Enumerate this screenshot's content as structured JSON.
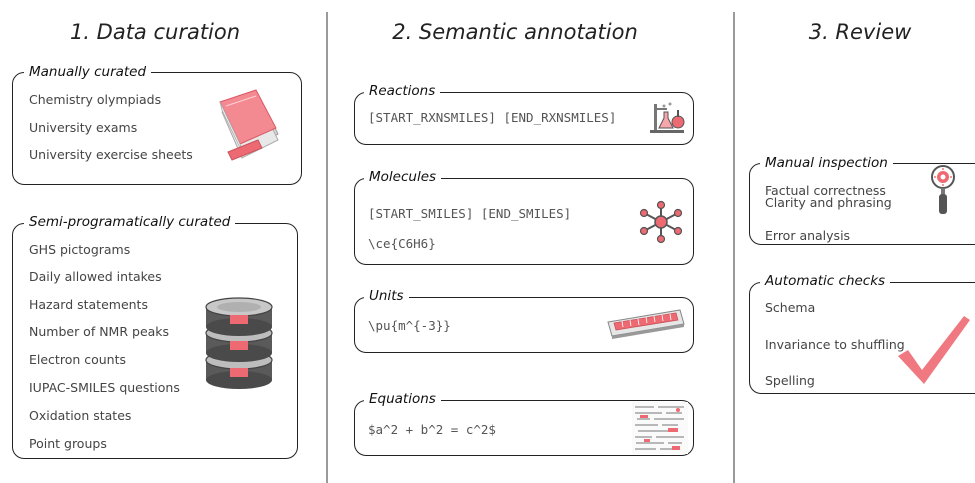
{
  "columns": [
    {
      "title": "1. Data curation"
    },
    {
      "title": "2. Semantic annotation"
    },
    {
      "title": "3. Review"
    }
  ],
  "data_curation": {
    "manual": {
      "label": "Manually curated",
      "items": [
        "Chemistry olympiads",
        "University exams",
        "University exercise sheets"
      ],
      "icon": "textbook-icon"
    },
    "semi": {
      "label": "Semi-programatically curated",
      "items": [
        "GHS pictograms",
        "Daily allowed intakes",
        "Hazard statements",
        "Number of NMR peaks",
        "Electron counts",
        "IUPAC-SMILES questions",
        "Oxidation states",
        "Point groups"
      ],
      "icon": "database-icon"
    }
  },
  "semantic_annotation": {
    "reactions": {
      "label": "Reactions",
      "lines": [
        "[START_RXNSMILES] [END_RXNSMILES]"
      ],
      "icon": "lab-flask-icon"
    },
    "molecules": {
      "label": "Molecules",
      "lines": [
        "[START_SMILES] [END_SMILES]",
        "\\ce{C6H6}"
      ],
      "icon": "molecule-icon"
    },
    "units": {
      "label": "Units",
      "lines": [
        "\\pu{m^{-3}}"
      ],
      "icon": "ruler-icon"
    },
    "equations": {
      "label": "Equations",
      "lines": [
        "$a^2 + b^2 = c^2$"
      ],
      "icon": "equations-sheet-icon"
    }
  },
  "review": {
    "manual": {
      "label": "Manual inspection",
      "items": [
        "Factual correctness",
        "Clarity and phrasing",
        "Error analysis"
      ],
      "icon": "magnifier-icon"
    },
    "automatic": {
      "label": "Automatic checks",
      "items": [
        "Schema",
        "Invariance to shuffling",
        "Spelling"
      ],
      "icon": "checkmark-icon"
    }
  },
  "colors": {
    "accent": "#ee6a73",
    "accent_light": "#f6a5ab",
    "dark": "#555555",
    "divider": "#9a9a9a"
  }
}
